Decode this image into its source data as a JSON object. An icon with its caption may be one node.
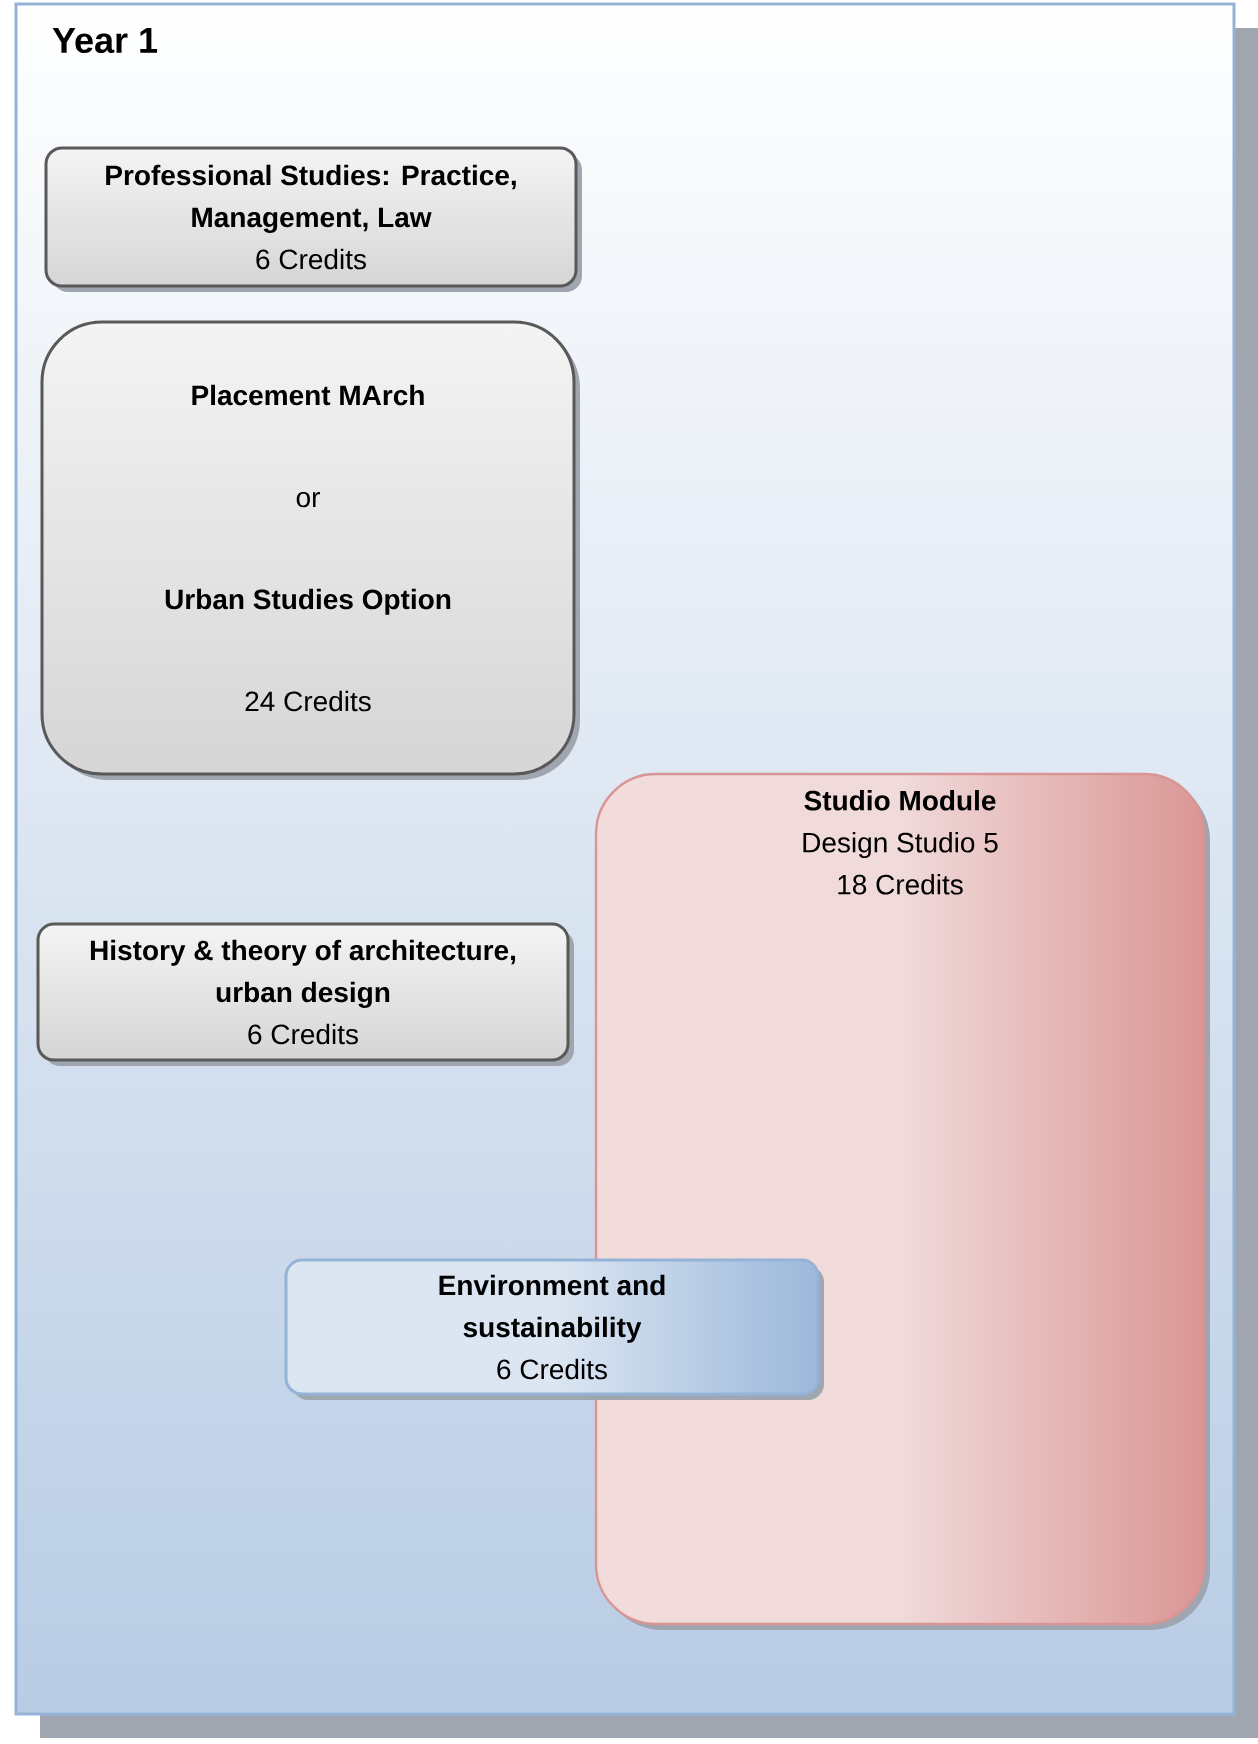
{
  "diagram": {
    "nodes": [
      {
        "text": [
          "Year 1"
        ]
      },
      {
        "text": [
          "Professional Studies: Practice, Management, Law",
          "6 Credits"
        ],
        "in": 0
      },
      {
        "text": [
          "Placement MArch",
          "or",
          "Urban Studies Option",
          "24 Credits"
        ],
        "in": 0
      },
      {
        "text": [
          "Studio Module",
          "Design Studio 5",
          "18 Credits"
        ],
        "in": 0
      },
      {
        "text": [
          "History & theory of architecture, urban design",
          "6 Credits"
        ],
        "in": 0
      },
      {
        "text": [
          "Environment and sustainability",
          "6 Credits"
        ],
        "in": 0
      }
    ]
  }
}
